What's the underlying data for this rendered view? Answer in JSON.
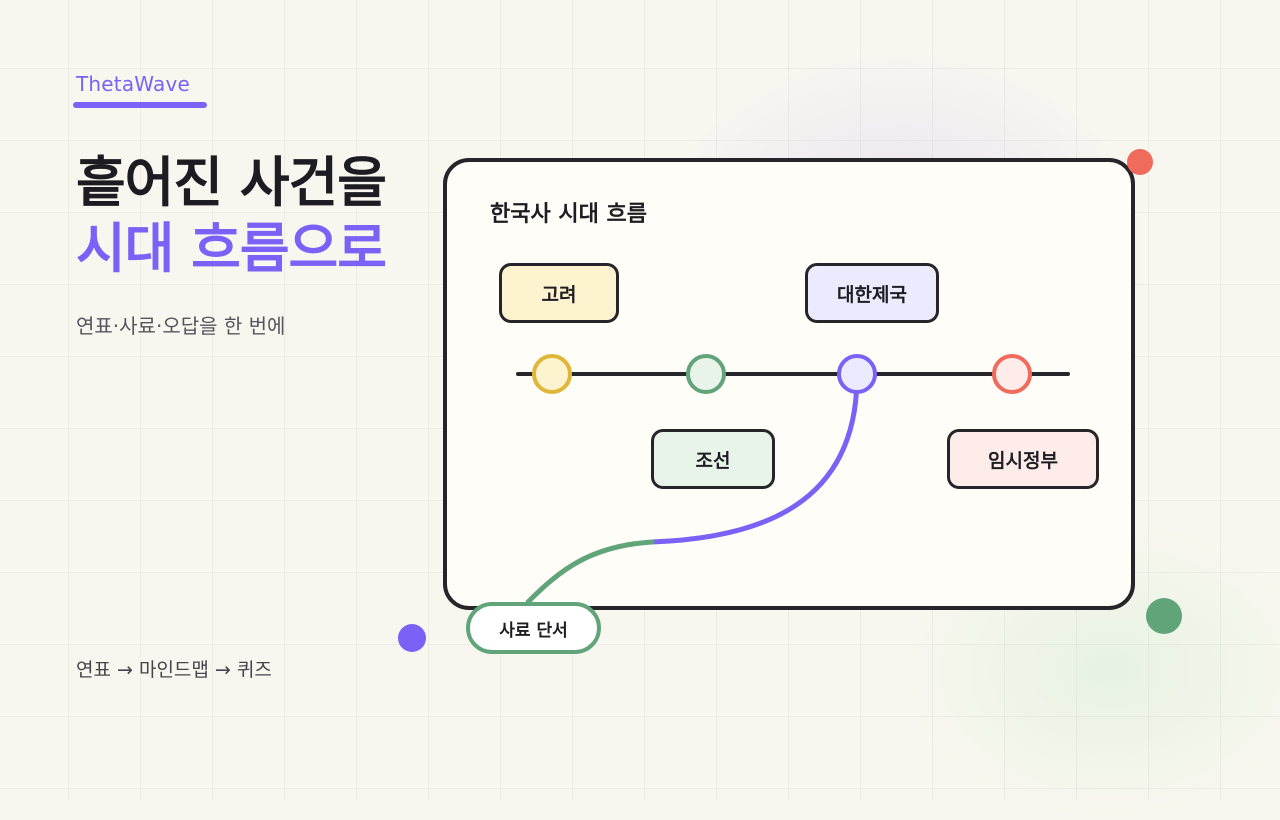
{
  "brand": "ThetaWave",
  "headline": {
    "line1": "흩어진 사건을",
    "line2": "시대 흐름으로"
  },
  "subtitle": "연표·사료·오답을 한 번에",
  "flow": "연표 → 마인드맵 → 퀴즈",
  "card": {
    "title": "한국사 시대 흐름",
    "eras": [
      {
        "label": "고려",
        "fill": "#fdf4cf",
        "node_color": "#e0b63a",
        "node_fill": "#fdf4cf"
      },
      {
        "label": "조선",
        "fill": "#e8f3ea",
        "node_color": "#62a47a",
        "node_fill": "#e8f3ea"
      },
      {
        "label": "대한제국",
        "fill": "#ecebfd",
        "node_color": "#7b61f5",
        "node_fill": "#ecebfd"
      },
      {
        "label": "임시정부",
        "fill": "#fdecea",
        "node_color": "#f16b5c",
        "node_fill": "#fdecea"
      }
    ],
    "clue_label": "사료 단서"
  },
  "colors": {
    "accent": "#7b61f5",
    "green": "#62a47a",
    "red": "#f16b5c",
    "yellow": "#e0b63a",
    "ink": "#25252a"
  }
}
